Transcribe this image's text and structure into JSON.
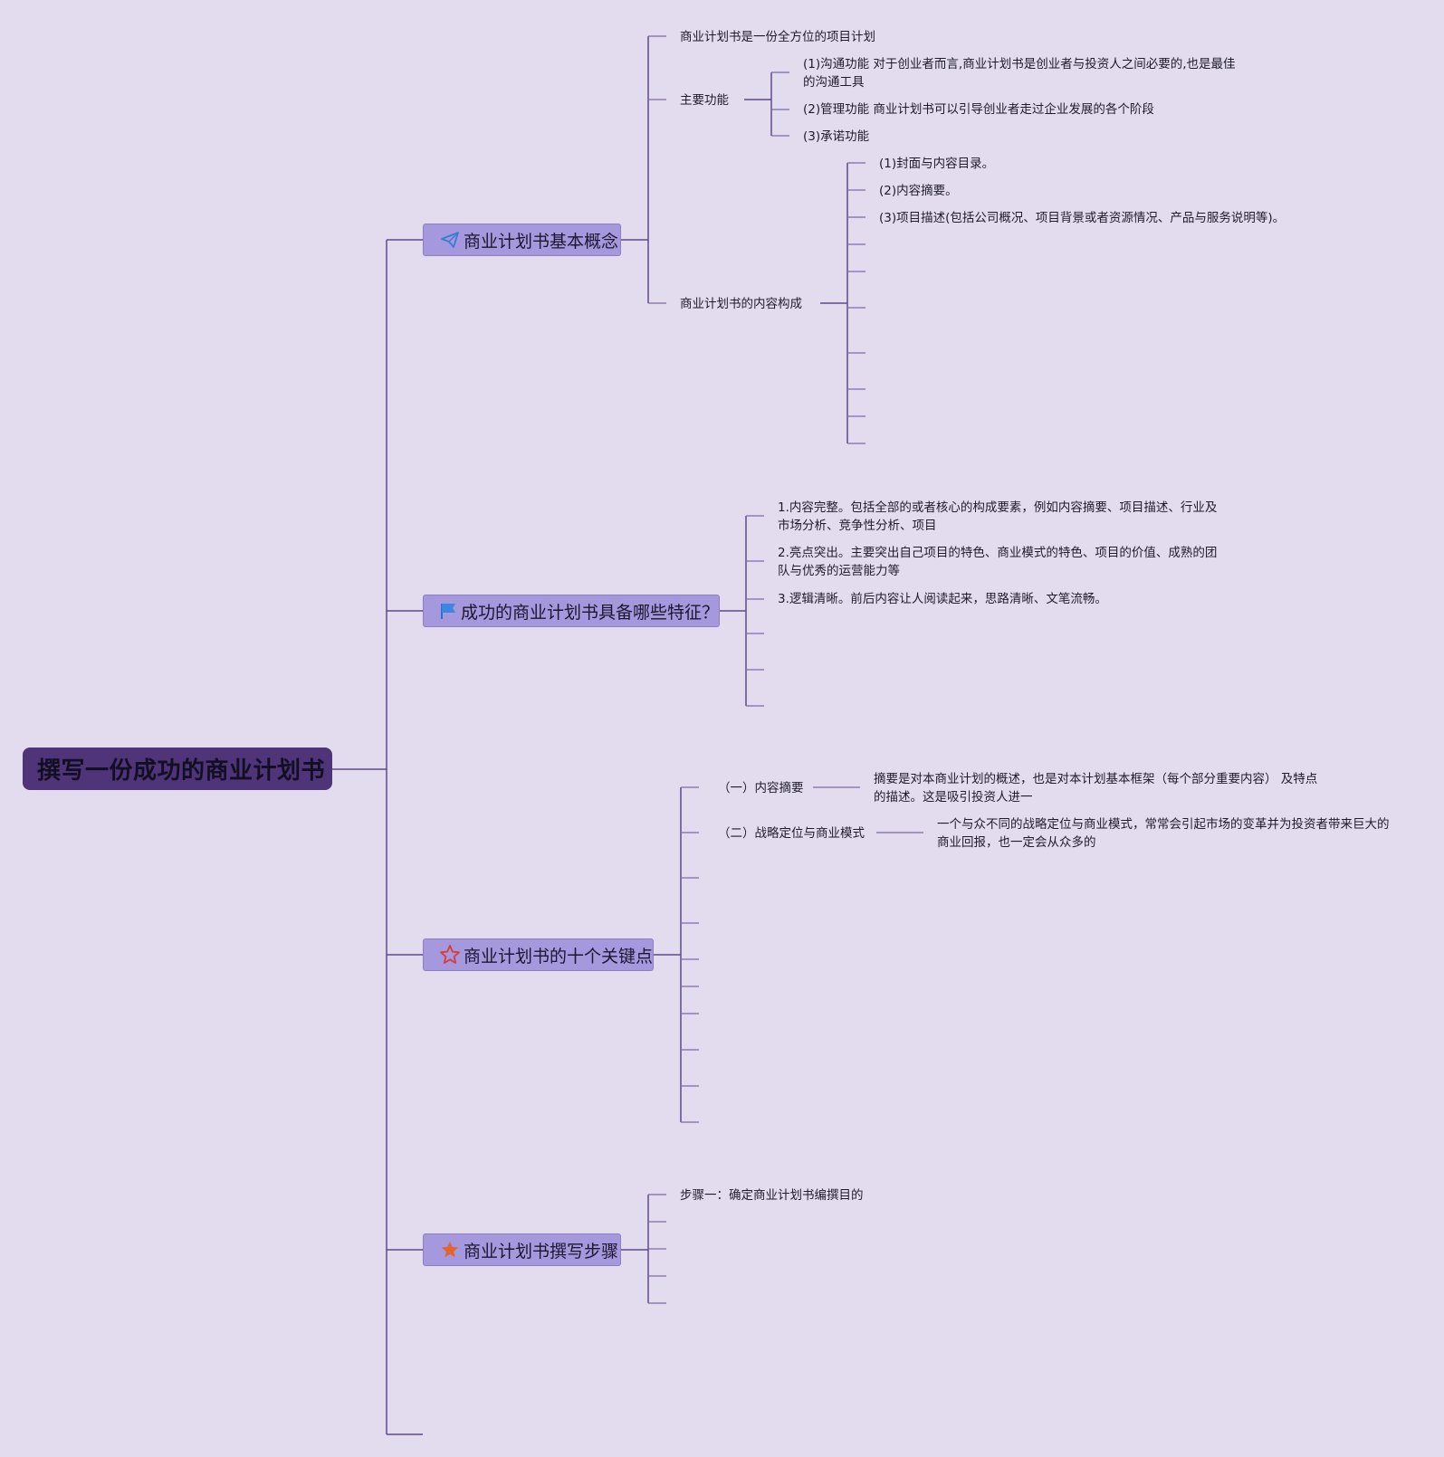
{
  "root": {
    "title": "撰写一份成功的商业计划书"
  },
  "branches": [
    {
      "label": "商业计划书基本概念",
      "icon": "paper-plane-icon",
      "children": {
        "intro": "商业计划书是一份全方位的项目计划",
        "functions": {
          "label": "主要功能",
          "items": [
            "(1)沟通功能 对于创业者而言,商业计划书是创业者与投资人之间必要的,也是最佳的沟通工具",
            "(2)管理功能 商业计划书可以引导创业者走过企业发展的各个阶段",
            "(3)承诺功能"
          ]
        },
        "composition": {
          "label": "商业计划书的内容构成",
          "items": [
            "(1)封面与内容目录。",
            "(2)内容摘要。",
            "(3)项目描述(包括公司概况、项目背景或者资源情况、产品与服务说明等)。"
          ]
        }
      }
    },
    {
      "label": "成功的商业计划书具备哪些特征？",
      "icon": "flag-icon",
      "items": [
        "1.内容完整。包括全部的或者核心的构成要素，例如内容摘要、项目描述、行业及市场分析、竞争性分析、项目",
        "2.亮点突出。主要突出自己项目的特色、商业模式的特色、项目的价值、成熟的团队与优秀的运营能力等",
        "3.逻辑清晰。前后内容让人阅读起来，思路清晰、文笔流畅。"
      ]
    },
    {
      "label": "商业计划书的十个关键点",
      "icon": "star-outline-icon",
      "items": [
        {
          "label": "（一）内容摘要",
          "detail": "摘要是对本商业计划的概述，也是对本计划基本框架（每个部分重要内容） 及特点的描述。这是吸引投资人进一"
        },
        {
          "label": "（二）战略定位与商业模式",
          "detail": "一个与众不同的战略定位与商业模式，常常会引起市场的变革并为投资者带来巨大的商业回报，也一定会从众多的"
        }
      ]
    },
    {
      "label": "商业计划书撰写步骤",
      "icon": "star-filled-icon",
      "items": [
        "步骤一：确定商业计划书编撰目的"
      ]
    }
  ],
  "colors": {
    "background": "#e3dcee",
    "root_fill": "#4f3479",
    "topic_fill": "#a598dc",
    "connector": "#5e4a8c",
    "icon_blue": "#3a7bd5",
    "icon_red": "#d93a3a",
    "icon_orange": "#e2642e"
  }
}
